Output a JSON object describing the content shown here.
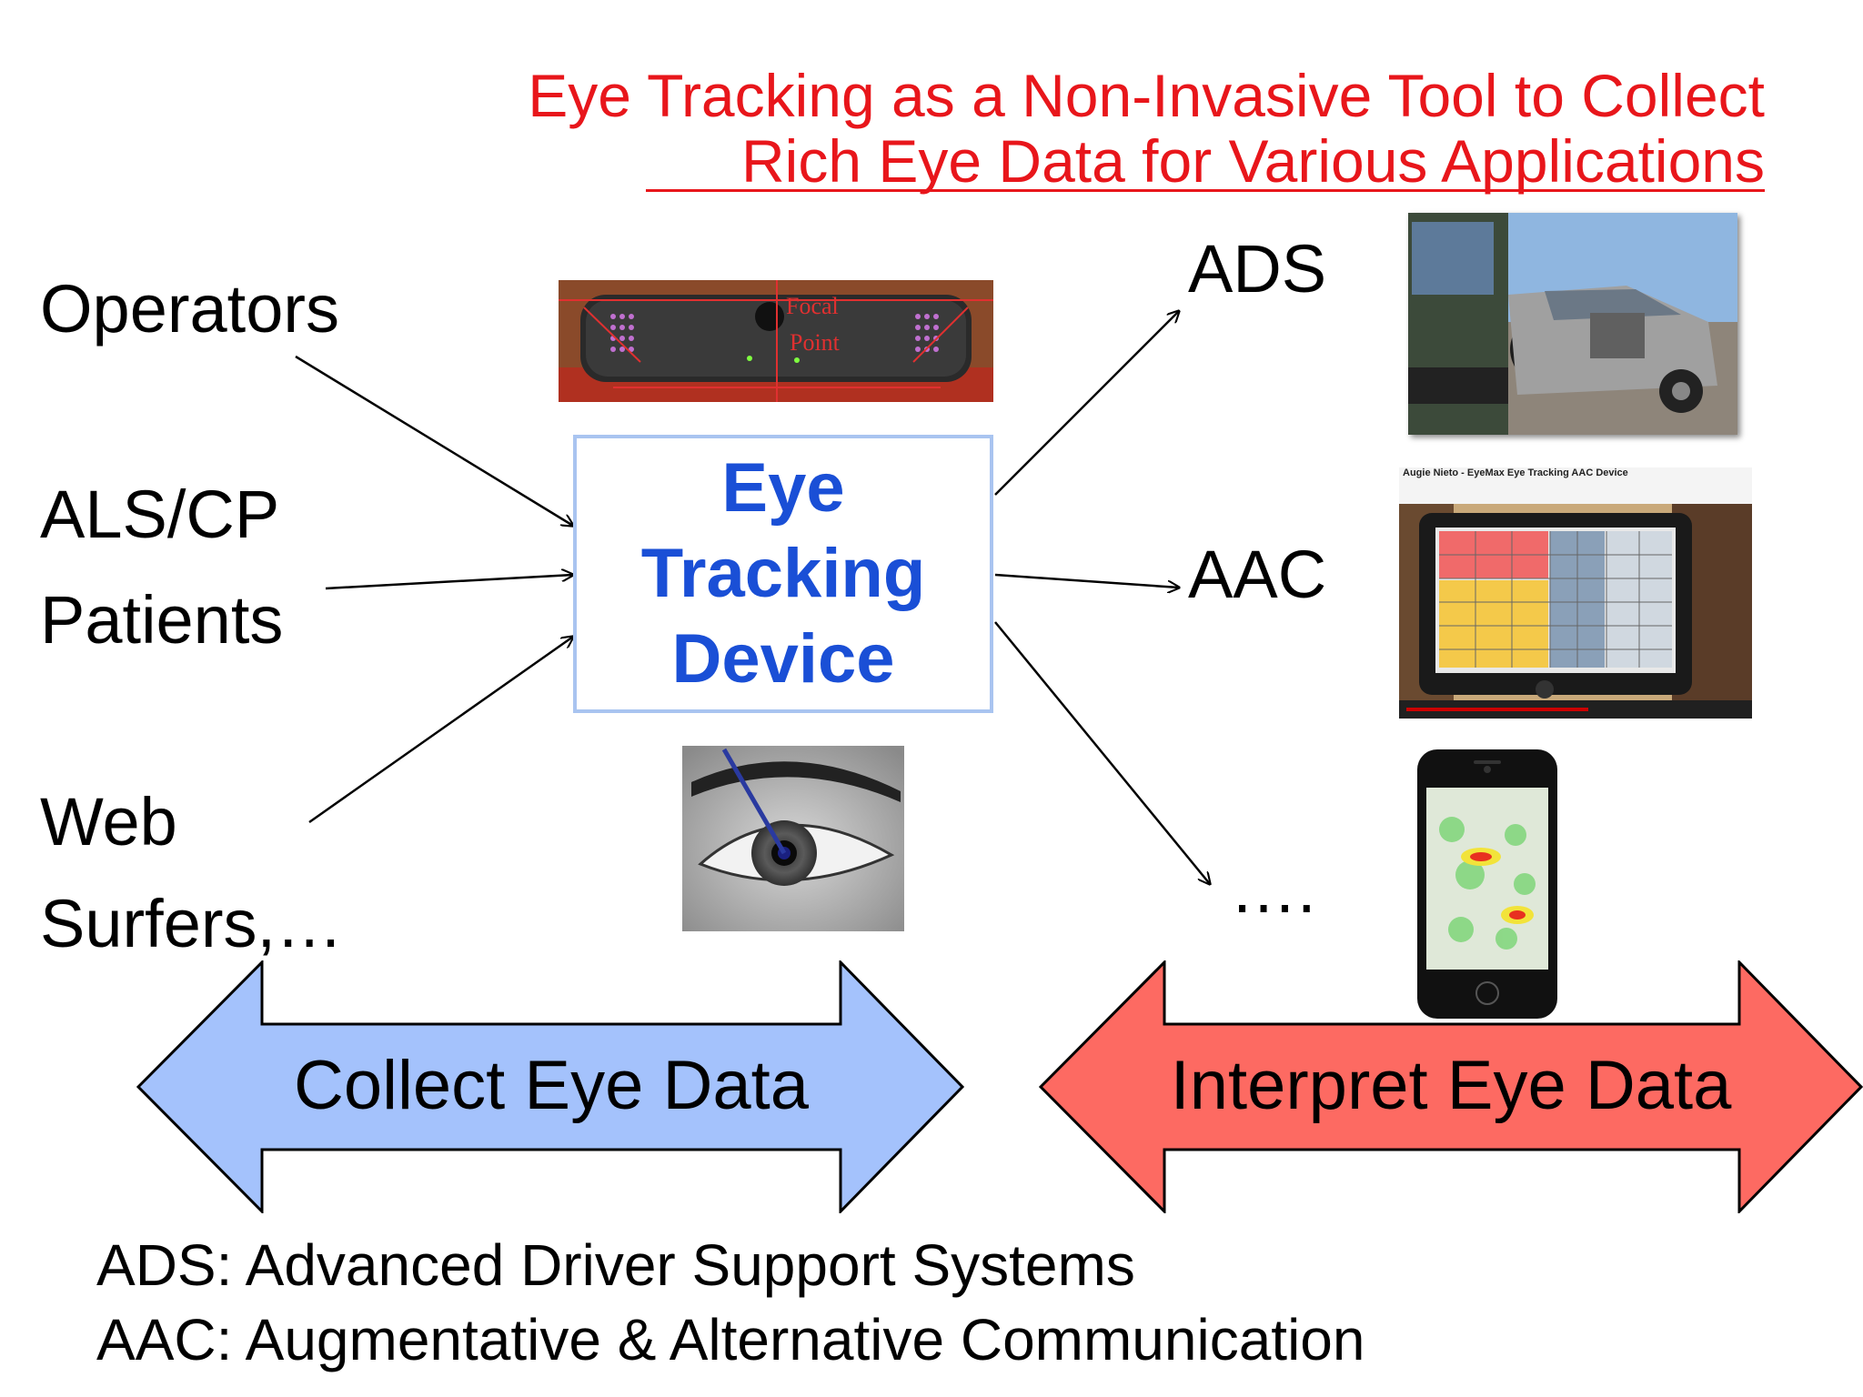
{
  "title": {
    "line1": "Eye Tracking as a Non-Invasive Tool to Collect",
    "line2": "Rich Eye Data for Various Applications"
  },
  "inputs": [
    {
      "line1": "Operators",
      "line2": ""
    },
    {
      "line1": "ALS/CP",
      "line2": "Patients"
    },
    {
      "line1": "Web",
      "line2": "Surfers,…"
    }
  ],
  "device": {
    "line1": "Eye",
    "line2": "Tracking",
    "line3": "Device"
  },
  "outputs": [
    "ADS",
    "AAC",
    "…."
  ],
  "images": {
    "focal_label_1": "Focal",
    "focal_label_2": "Point",
    "aac_caption": "Augie Nieto - EyeMax Eye Tracking AAC Device"
  },
  "collect_label": "Collect Eye Data",
  "interpret_label": "Interpret Eye Data",
  "footnotes": [
    "ADS: Advanced Driver Support Systems",
    "AAC: Augmentative & Alternative Communication"
  ],
  "colors": {
    "title": "#e8161b",
    "device_text": "#1a4fd6",
    "collect_arrow": "#a4c2fc",
    "interpret_arrow": "#fd6a62"
  }
}
